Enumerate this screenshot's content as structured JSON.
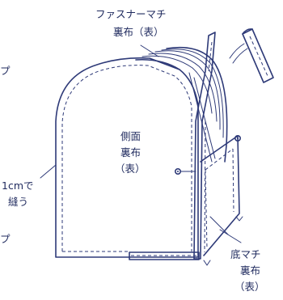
{
  "labels": {
    "gusset_name": "ファスナーマチ",
    "gusset_lining": "裏布（表）",
    "side_1": "側面",
    "side_2": "裏布",
    "side_3": "（表）",
    "seam_1": "1cmで",
    "seam_2": "縫う",
    "bottom_1": "底マチ",
    "bottom_2": "裏布",
    "bottom_3": "（表）",
    "edge_top": "プ",
    "edge_bottom": "プ"
  },
  "colors": {
    "ink": "#2e3a78",
    "text": "#1f2a5e",
    "background": "#ffffff"
  }
}
